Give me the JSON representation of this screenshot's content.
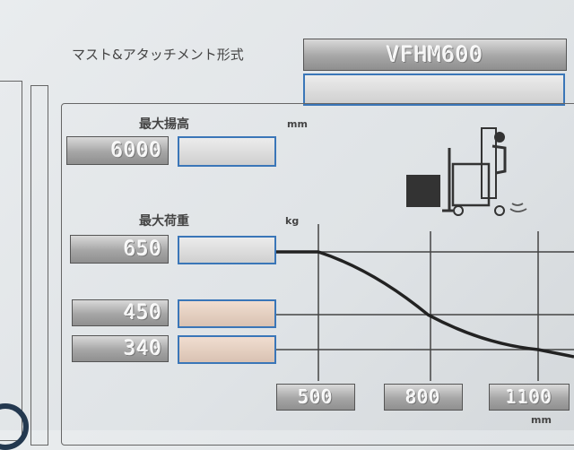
{
  "header": {
    "title": "マスト&アタッチメント形式",
    "model": "VFHM600"
  },
  "panel": {
    "max_lift_label": "最大揚高",
    "max_lift_unit": "mm",
    "max_lift_value": "6000",
    "max_load_label": "最大荷重",
    "max_load_unit": "kg",
    "loads": [
      "650",
      "450",
      "340"
    ],
    "distances": [
      "500",
      "800",
      "1100"
    ],
    "distance_unit": "mm"
  },
  "chart_data": {
    "type": "line",
    "title": "",
    "xlabel": "mm",
    "ylabel": "kg",
    "x_ticks": [
      500,
      800,
      1100
    ],
    "y_ticks": [
      650,
      450,
      340
    ],
    "series": [
      {
        "x": [
          500,
          800,
          1100
        ],
        "values": [
          650,
          450,
          340
        ]
      }
    ]
  },
  "colors": {
    "plate_blue_border": "#3a76b8",
    "curve": "#222222"
  },
  "icons": [
    "forklift-icon"
  ]
}
